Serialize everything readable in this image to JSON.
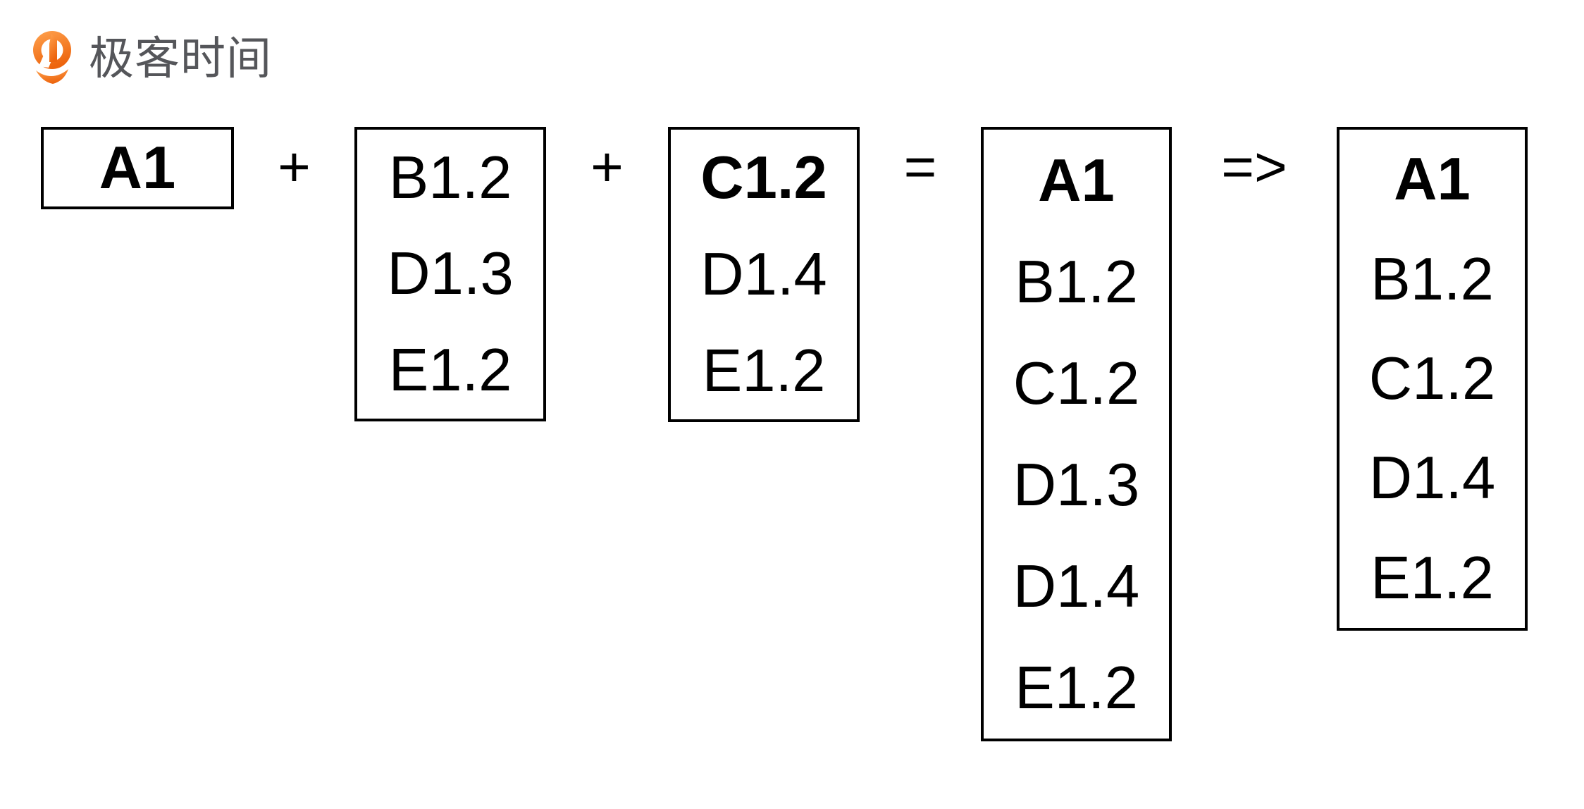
{
  "logo": {
    "brand_text": "极客时间",
    "icon": "geektime-pin-icon",
    "orange_light": "#FFA24E",
    "orange_deep": "#ED650E",
    "text_color": "#55565A"
  },
  "diagram": {
    "boxes": [
      {
        "name": "package-root",
        "entries": [
          {
            "label": "A1",
            "bold": true
          }
        ]
      },
      {
        "name": "dependency-set-b",
        "entries": [
          {
            "label": "B1.2",
            "bold": false
          },
          {
            "label": "D1.3",
            "bold": false
          },
          {
            "label": "E1.2",
            "bold": false
          }
        ]
      },
      {
        "name": "dependency-set-c",
        "entries": [
          {
            "label": "C1.2",
            "bold": true
          },
          {
            "label": "D1.4",
            "bold": false
          },
          {
            "label": "E1.2",
            "bold": false
          }
        ]
      },
      {
        "name": "merged-dependency-list",
        "entries": [
          {
            "label": "A1",
            "bold": true
          },
          {
            "label": "B1.2",
            "bold": false
          },
          {
            "label": "C1.2",
            "bold": false
          },
          {
            "label": "D1.3",
            "bold": false
          },
          {
            "label": "D1.4",
            "bold": false
          },
          {
            "label": "E1.2",
            "bold": false
          }
        ]
      },
      {
        "name": "resolved-dependency-list",
        "entries": [
          {
            "label": "A1",
            "bold": true
          },
          {
            "label": "B1.2",
            "bold": false
          },
          {
            "label": "C1.2",
            "bold": false
          },
          {
            "label": "D1.4",
            "bold": false
          },
          {
            "label": "E1.2",
            "bold": false
          }
        ]
      }
    ],
    "operators": [
      {
        "symbol": "+"
      },
      {
        "symbol": "+"
      },
      {
        "symbol": "="
      },
      {
        "symbol": "=>"
      }
    ]
  }
}
